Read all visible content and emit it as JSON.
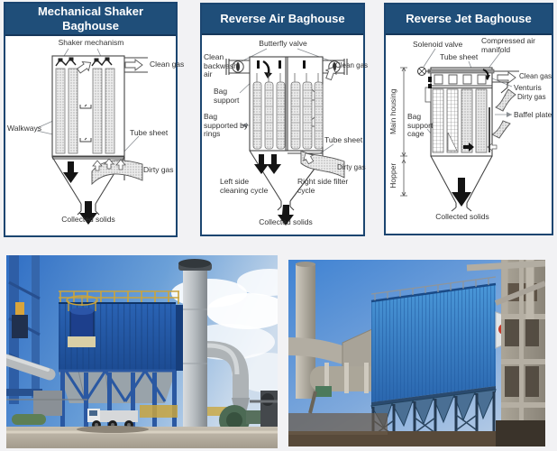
{
  "page": {
    "background": "#f2f2f4",
    "accent_blue": "#1f4e79",
    "panel_border": "#1b4570"
  },
  "panels": [
    {
      "title": "Mechanical Shaker Baghouse",
      "labels": {
        "shaker_mechanism": "Shaker mechanism",
        "clean_gas": "Clean gas",
        "walkways": "Walkways",
        "tube_sheet": "Tube sheet",
        "dirty_gas": "Dirty gas",
        "collected_solids": "Collected solids"
      }
    },
    {
      "title": "Reverse Air Baghouse",
      "labels": {
        "butterfly_valve": "Butterfly valve",
        "clean_backwash_air": "Clean backwash air",
        "bag_support": "Bag support",
        "bag_supported_by_rings": "Bag supported by rings",
        "clean_gas": "Clean gas",
        "tube_sheet": "Tube sheet",
        "dirty_gas": "Dirty gas",
        "left_side_cleaning_cycle": "Left side cleaning cycle",
        "right_side_filter_cycle": "Right side filter cycle",
        "collected_solids": "Collected solids"
      }
    },
    {
      "title": "Reverse Jet Baghouse",
      "labels": {
        "solenoid_valve": "Solenoid valve",
        "tube_sheet": "Tube sheet",
        "compressed_air_manifold": "Compressed air manifold",
        "clean_gas": "Clean gas",
        "venturis": "Venturis",
        "dirty_gas": "Dirty gas",
        "baffel_plate": "Baffel plate",
        "main_housing": "Main housing",
        "bag_support_cage": "Bag support cage",
        "hopper": "Hopper",
        "collected_solids": "Collected solids"
      }
    }
  ],
  "photos": {
    "left_box_color": "#2458a6",
    "right_box_color": "#3a86c8"
  }
}
